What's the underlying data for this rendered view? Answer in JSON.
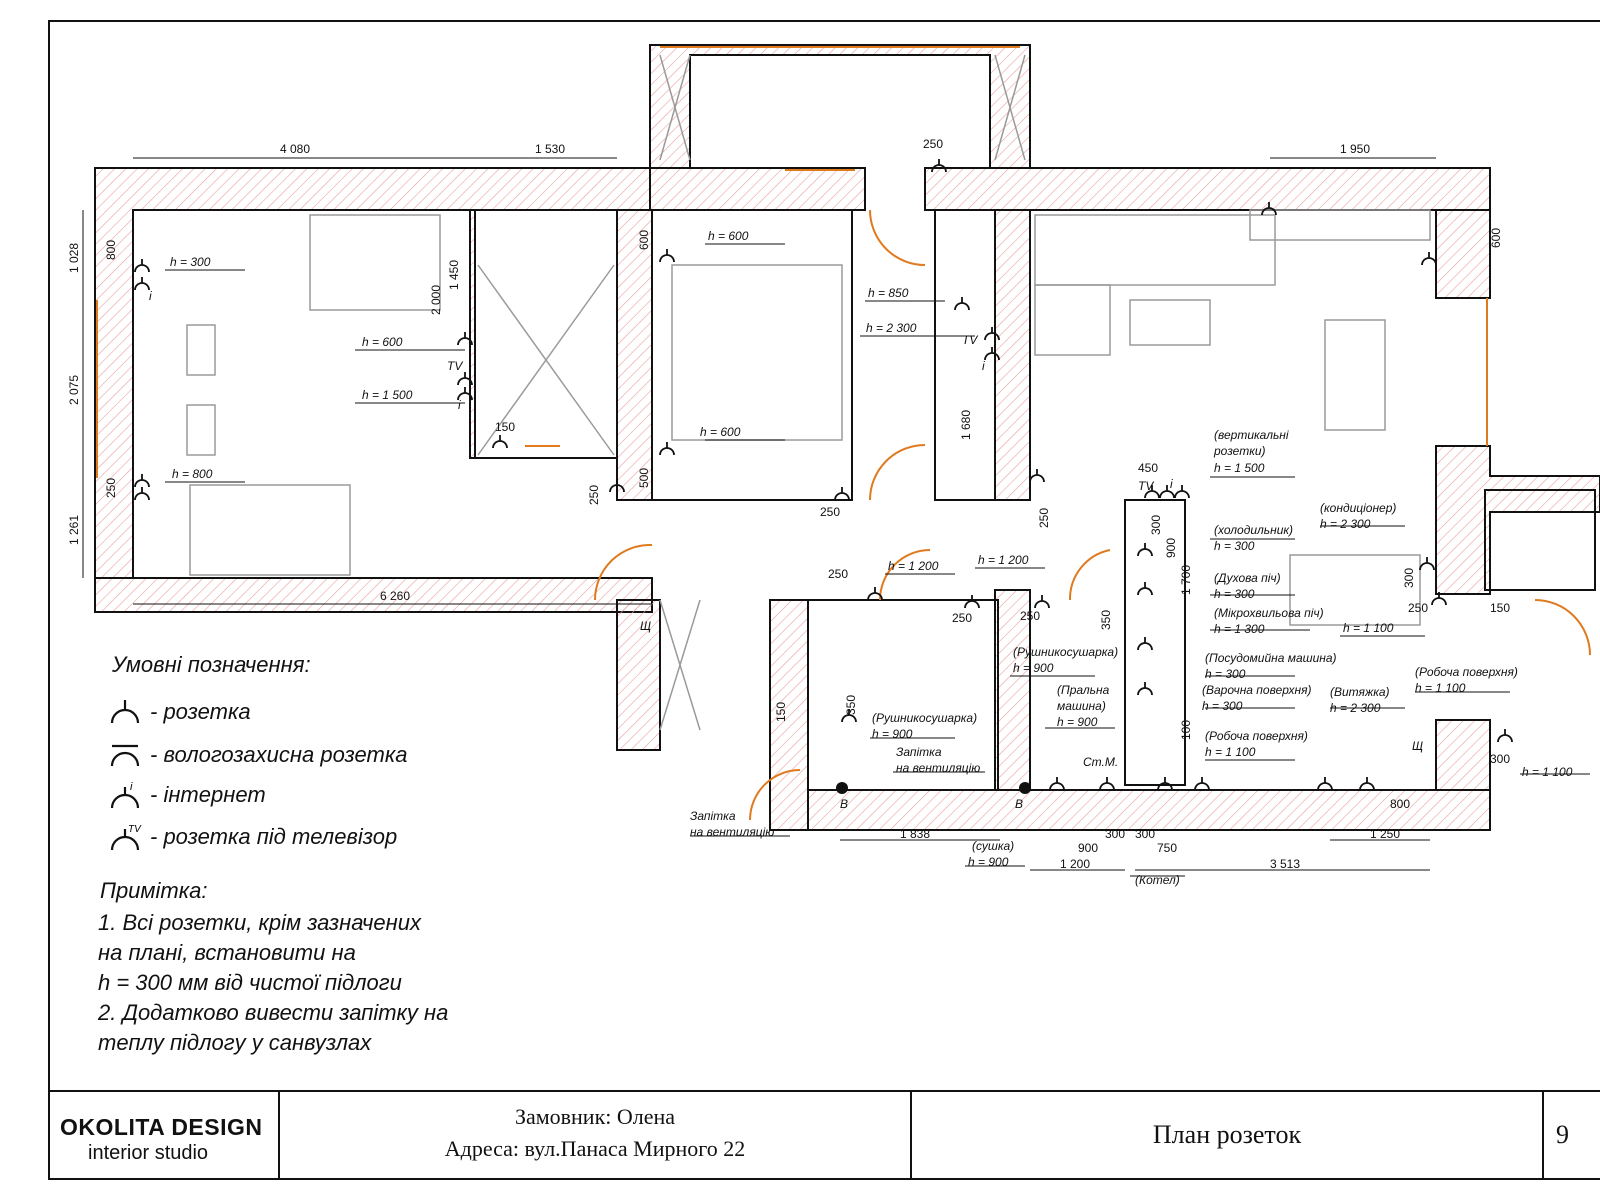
{
  "dimensions": {
    "top_left": "4 080",
    "top_mid": "1 530",
    "top_right": "1 950",
    "left_1": "1 028",
    "left_2": "2 075",
    "left_3": "1 261",
    "left_800": "800",
    "left_250": "250",
    "bottom_living": "6 260",
    "bath_1838": "1 838",
    "b_900": "900",
    "b_1200": "1 200",
    "b_300a": "300",
    "b_300b": "300",
    "b_750": "750",
    "b_3513": "3 513",
    "b_1250": "1 250",
    "b_800": "800",
    "b_300c": "300",
    "d_1450": "1 450",
    "d_2000": "2 000",
    "d_150": "150",
    "d_250a": "250",
    "d_600a": "600",
    "d_500": "500",
    "d_250b": "250",
    "d_250c": "250",
    "d_1680": "1 680",
    "d_250d": "250",
    "d_600b": "600",
    "d_450": "450",
    "d_300": "300",
    "d_900": "900",
    "d_1700": "1 700",
    "d_350a": "350",
    "d_250e": "250",
    "d_250f": "250",
    "d_250g": "250",
    "d_350b": "350",
    "d_150b": "150",
    "d_100": "100",
    "d_300v": "300",
    "d_250h": "250",
    "d_150c": "150"
  },
  "labels": {
    "h300": "h = 300",
    "h600a": "h = 600",
    "h1500": "h = 1 500",
    "h800": "h = 800",
    "h600b": "h = 600",
    "h600c": "h = 600",
    "h850": "h = 850",
    "h2300": "h = 2 300",
    "h1200a": "h = 1 200",
    "h1200b": "h = 1 200",
    "vert_title": "(вертикальні",
    "vert_title2": "розетки)",
    "vert_h": "h = 1 500",
    "fridge": "(холодильник)",
    "fridge_h": "h = 300",
    "oven": "(Духова піч)",
    "oven_h": "h = 300",
    "micro": "(Мікрохвильова піч)",
    "micro_h": "h = 1 300",
    "dish": "(Посудомийна машина)",
    "dish_h": "h = 300",
    "hob": "(Варочна поверхня)",
    "hob_h": "h = 300",
    "hood": "(Витяжка)",
    "hood_h": "h = 2 300",
    "work1": "(Робоча поверхня)",
    "work1_h": "h = 1 100",
    "work2": "(Робоча поверхня)",
    "work2_h": "h = 1 100",
    "ac": "(кондиціонер)",
    "ac_h": "h = 2 300",
    "h1100": "h = 1 100",
    "h1100b": "h = 1 100",
    "towel1": "(Рушникосушарка)",
    "towel1_h": "h = 900",
    "towel2": "(Рушникосушарка)",
    "towel2_h": "h = 900",
    "washer": "(Пральна",
    "washer2": "машина)",
    "washer_h": "h = 900",
    "vent1": "Запітка",
    "vent1b": "на вентиляцію",
    "vent2": "Запітка",
    "vent2b": "на вентиляцію",
    "dryer": "(сушка)",
    "dryer_h": "h = 900",
    "boiler": "(Котел)",
    "tv": "TV",
    "inet": "i",
    "b": "B",
    "sch": "Щ",
    "stm": "Ст.М."
  },
  "legend": {
    "title": "Умовні позначення:",
    "items": [
      {
        "icon": "socket-icon",
        "text": "- розетка"
      },
      {
        "icon": "waterproof-socket-icon",
        "text": "- вологозахисна розетка"
      },
      {
        "icon": "internet-socket-icon",
        "text": "- інтернет"
      },
      {
        "icon": "tv-socket-icon",
        "text": "- розетка під телевізор"
      }
    ]
  },
  "notes": {
    "title": "Примітка:",
    "lines": [
      "1. Всі розетки, крім зазначених",
      "на плані, встановити на",
      "h = 300 мм від чистої підлоги",
      "2. Додатково вивести запітку на",
      "теплу підлогу у санвузлах"
    ]
  },
  "title_block": {
    "logo": "OKOLITA DESIGN",
    "logo_sub": "interior studio",
    "client": "Замовник: Олена",
    "address": "Адреса: вул.Панаса Мирного 22",
    "plan_title": "План розеток",
    "page": "9"
  },
  "colors": {
    "line": "#111111",
    "hatch": "#e8a0a0",
    "door": "#e07a1f",
    "window": "#e07a1f",
    "furniture": "#9a9a9a"
  }
}
